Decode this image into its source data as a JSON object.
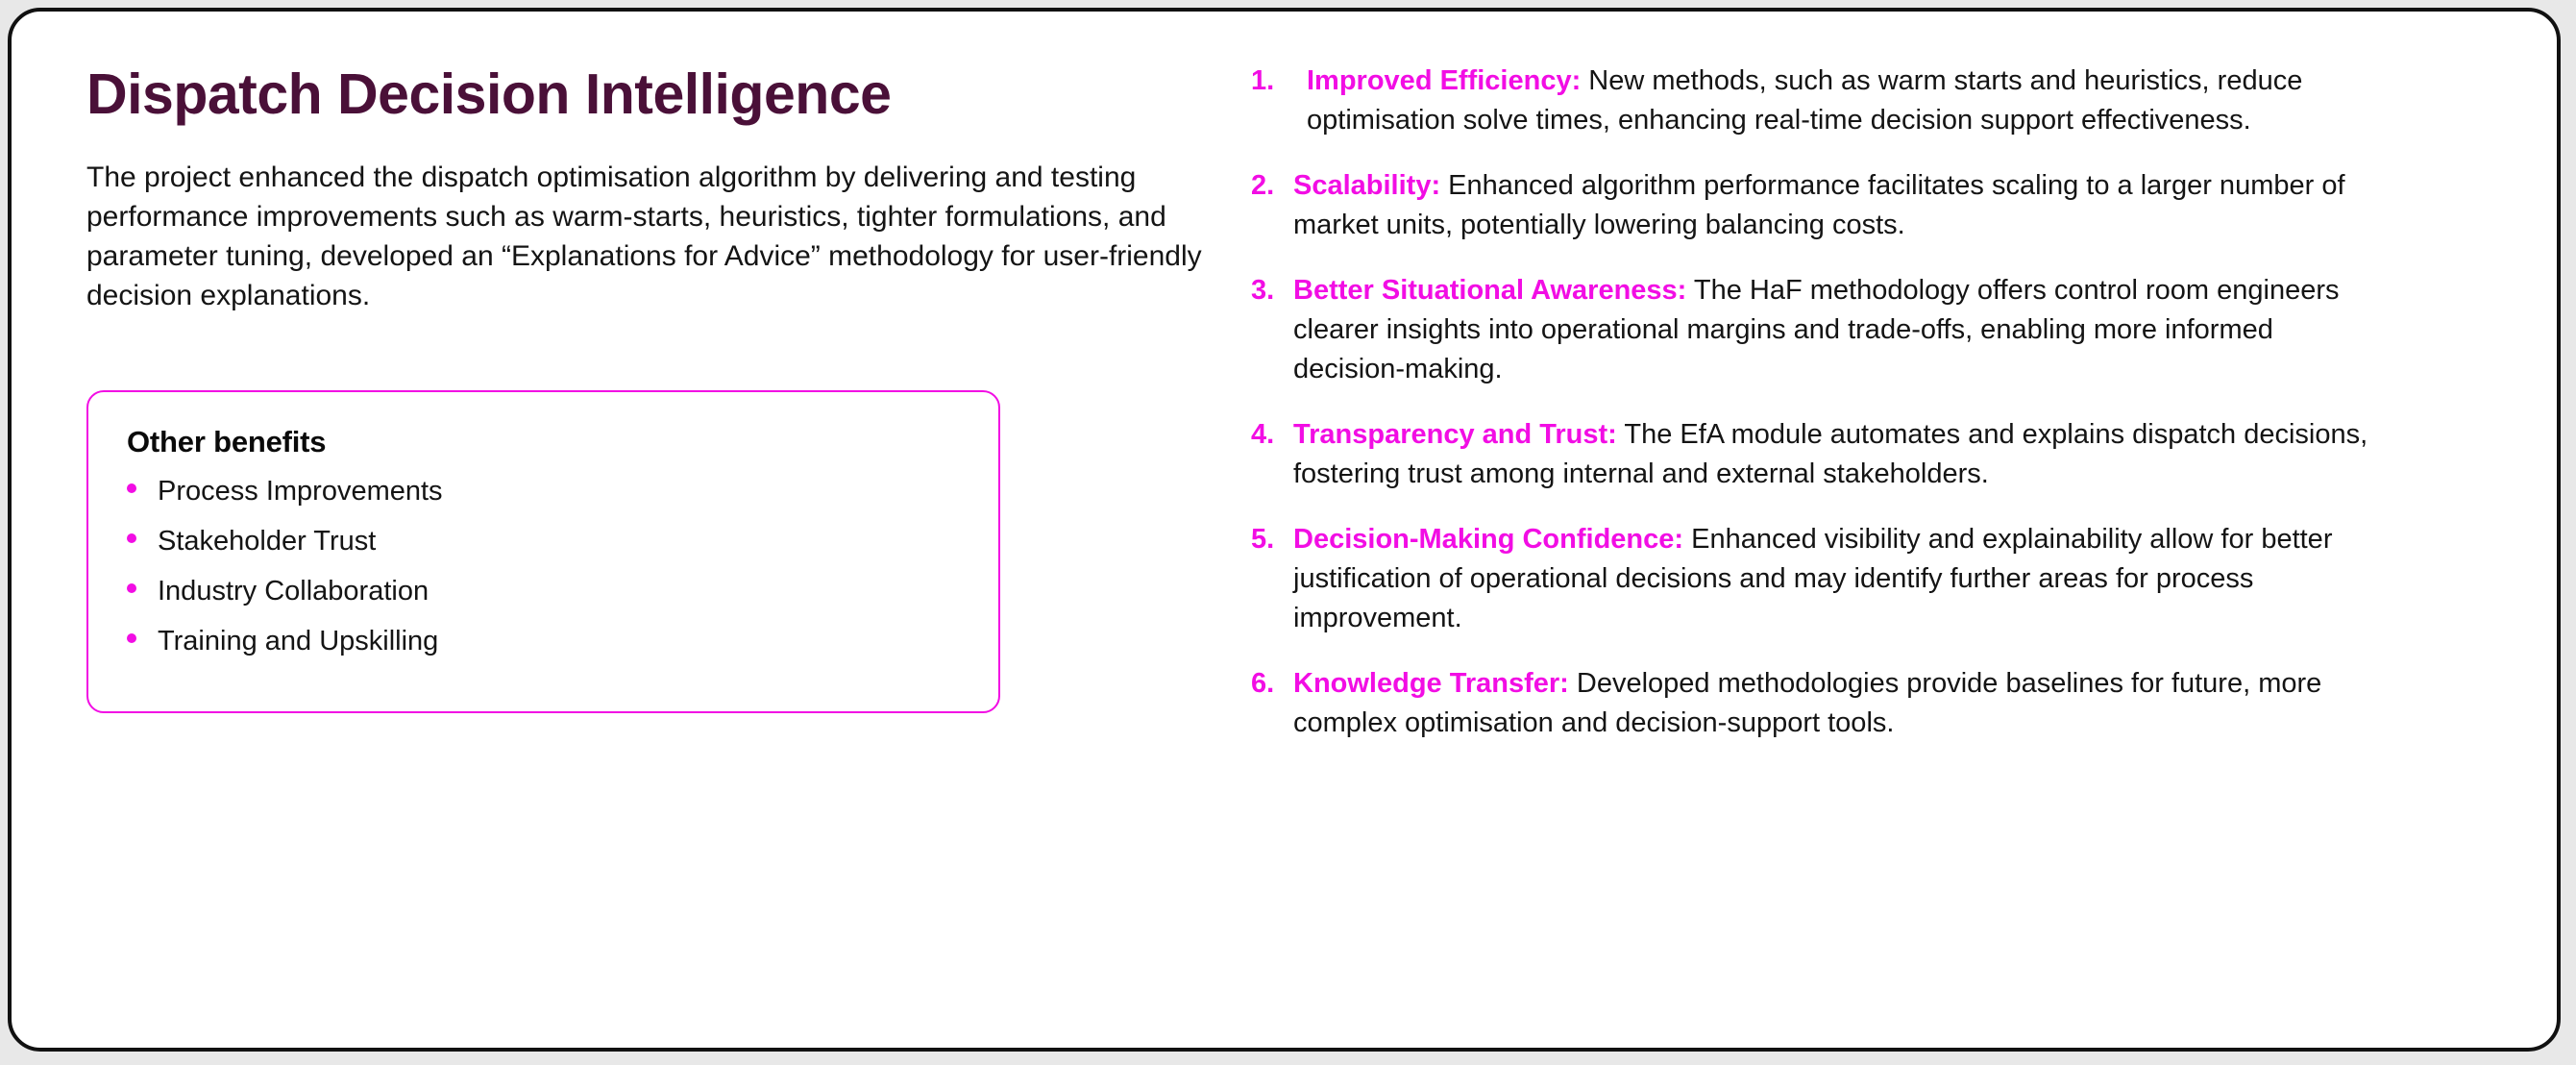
{
  "slide": {
    "title": "Dispatch Decision Intelligence",
    "intro": "The project enhanced the dispatch optimisation algorithm by delivering and testing performance improvements such as warm-starts, heuristics, tighter formulations, and parameter tuning, developed an “Explanations for Advice” methodology for user-friendly decision explanations."
  },
  "benefits_box": {
    "heading": "Other benefits",
    "items": [
      "Process Improvements",
      "Stakeholder Trust",
      "Industry Collaboration",
      "Training and Upskilling"
    ]
  },
  "outcomes": {
    "items": [
      {
        "number": "1.",
        "label": "Improved Efficiency:",
        "description": " New methods, such as warm starts and heuristics, reduce optimisation solve times, enhancing real-time decision support effectiveness."
      },
      {
        "number": "2.",
        "label": "Scalability:",
        "description": " Enhanced algorithm performance facilitates scaling to a larger number of market units, potentially lowering balancing costs."
      },
      {
        "number": "3.",
        "label": "Better Situational Awareness:",
        "description": " The HaF methodology offers control room engineers clearer insights into operational margins and trade-offs, enabling more informed decision-making."
      },
      {
        "number": "4.",
        "label": "Transparency and Trust:",
        "description": " The EfA module automates and explains dispatch decisions, fostering trust among internal and external stakeholders."
      },
      {
        "number": "5.",
        "label": "Decision-Making Confidence:",
        "description": " Enhanced visibility and explainability allow for better justification of operational decisions and may identify further areas for process improvement."
      },
      {
        "number": "6.",
        "label": "Knowledge Transfer:",
        "description": " Developed methodologies provide baselines for future, more complex optimisation and decision-support tools."
      }
    ]
  },
  "colors": {
    "title_plum": "#4a1038",
    "accent_magenta": "#f20de4",
    "body_text": "#141414",
    "frame_black": "#111111",
    "page_background": "#e8e8e8"
  }
}
